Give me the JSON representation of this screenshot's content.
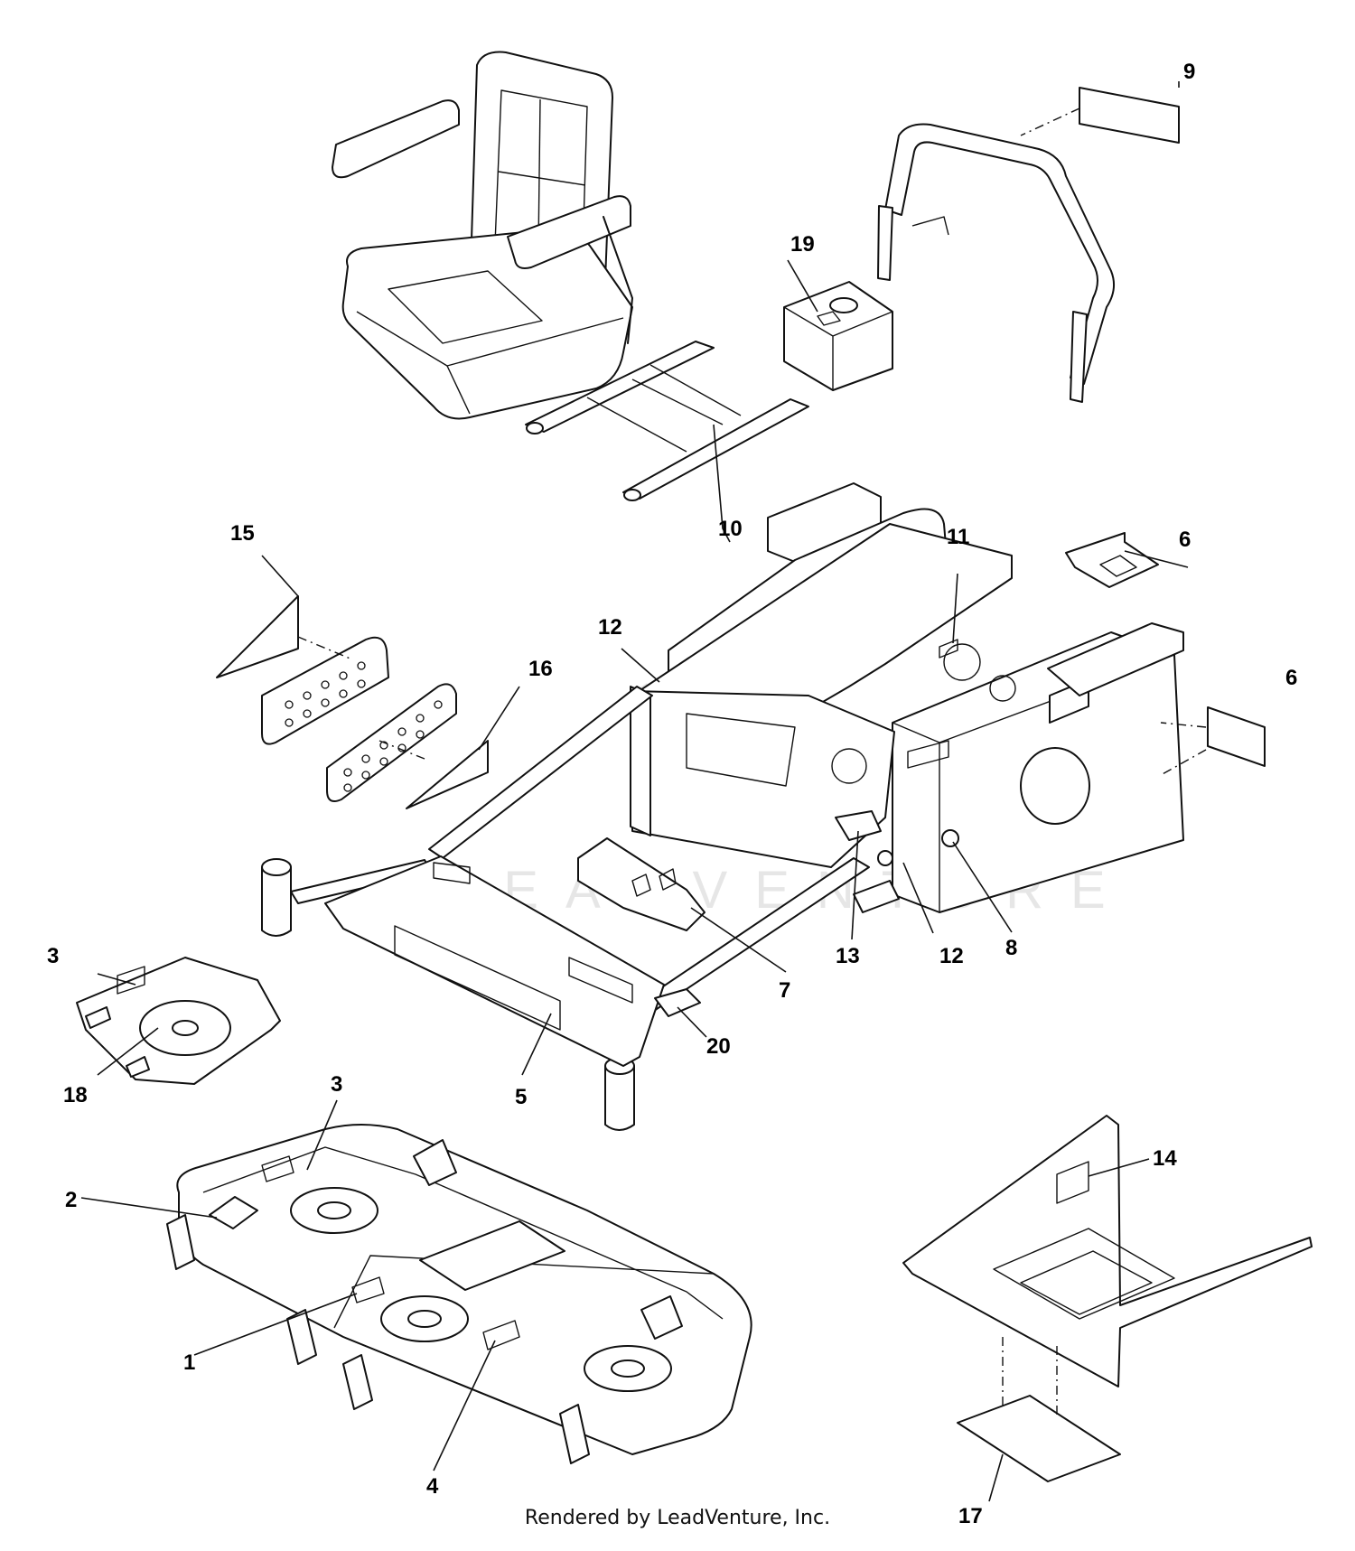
{
  "watermark": "LEADVENTURE",
  "credit": "Rendered by LeadVenture, Inc.",
  "callouts": {
    "c1": "1",
    "c2": "2",
    "c3a": "3",
    "c3b": "3",
    "c4": "4",
    "c5": "5",
    "c6a": "6",
    "c6b": "6",
    "c7": "7",
    "c8": "8",
    "c9": "9",
    "c10": "10",
    "c11": "11",
    "c12a": "12",
    "c12b": "12",
    "c13": "13",
    "c14": "14",
    "c15": "15",
    "c16": "16",
    "c17": "17",
    "c18": "18",
    "c19": "19",
    "c20": "20"
  }
}
